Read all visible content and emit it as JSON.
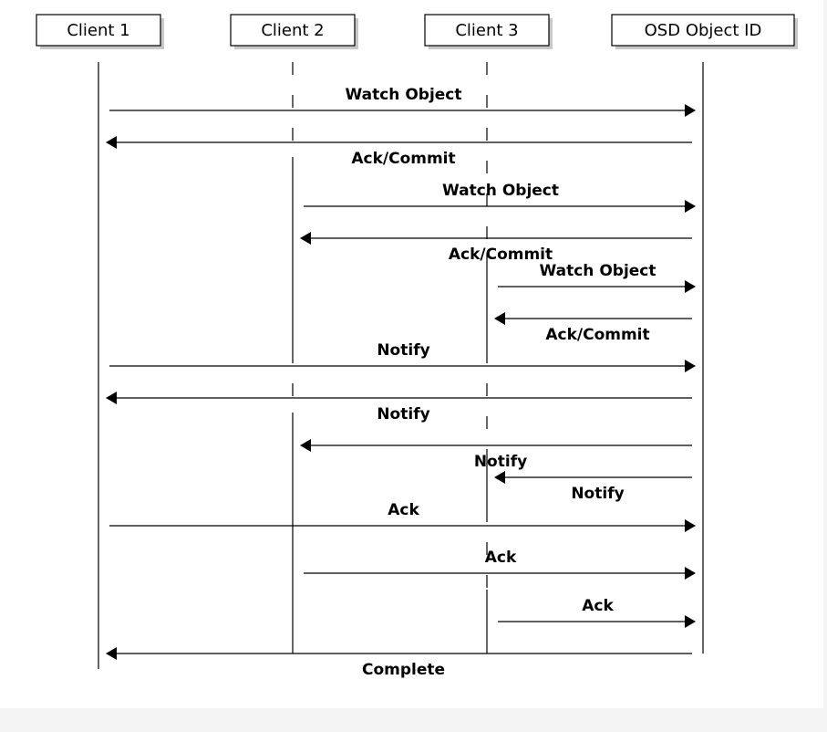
{
  "participants": [
    {
      "id": "c1",
      "label": "Client 1"
    },
    {
      "id": "c2",
      "label": "Client 2"
    },
    {
      "id": "c3",
      "label": "Client 3"
    },
    {
      "id": "osd",
      "label": "OSD Object ID"
    }
  ],
  "messages": [
    {
      "from": "c1",
      "to": "osd",
      "label": "Watch Object"
    },
    {
      "from": "osd",
      "to": "c1",
      "label": "Ack/Commit"
    },
    {
      "from": "c2",
      "to": "osd",
      "label": "Watch Object"
    },
    {
      "from": "osd",
      "to": "c2",
      "label": "Ack/Commit"
    },
    {
      "from": "c3",
      "to": "osd",
      "label": "Watch Object"
    },
    {
      "from": "osd",
      "to": "c3",
      "label": "Ack/Commit"
    },
    {
      "from": "c1",
      "to": "osd",
      "label": "Notify"
    },
    {
      "from": "osd",
      "to": "c1",
      "label": "Notify"
    },
    {
      "from": "osd",
      "to": "c2",
      "label": "Notify"
    },
    {
      "from": "osd",
      "to": "c3",
      "label": "Notify"
    },
    {
      "from": "c1",
      "to": "osd",
      "label": "Ack"
    },
    {
      "from": "c2",
      "to": "osd",
      "label": "Ack"
    },
    {
      "from": "c3",
      "to": "osd",
      "label": "Ack"
    },
    {
      "from": "osd",
      "to": "c1",
      "label": "Complete"
    }
  ]
}
